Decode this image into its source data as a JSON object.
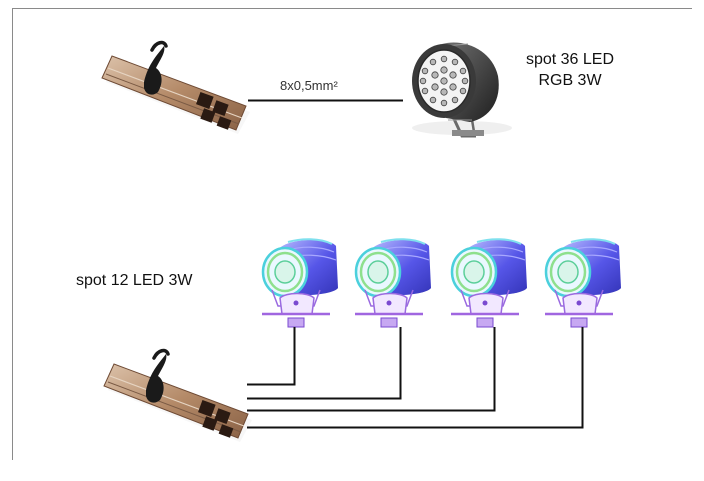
{
  "labels": {
    "cable": "8x0,5mm²",
    "spot36_title": "spot 36 LED",
    "spot36_subtitle": "RGB 3W",
    "spot12": "spot 12 LED 3W"
  },
  "icons": {
    "controller": "dmx-controller-board-icon",
    "spot36": "spot-36-led-fixture-icon",
    "spot12": "spot-12-led-fixture-icon"
  },
  "spot12_count": 4,
  "colors": {
    "border": "#8a8a8a",
    "wire": "#111111",
    "board": "#b48a68",
    "board_dark": "#5a3a2c",
    "fixture_blue": "#5656e8",
    "fixture_cyan": "#44d6dc",
    "fixture_green": "#8ee08e",
    "fixture_violet": "#a066e0",
    "fixture_metal": "#2e2e2e"
  }
}
